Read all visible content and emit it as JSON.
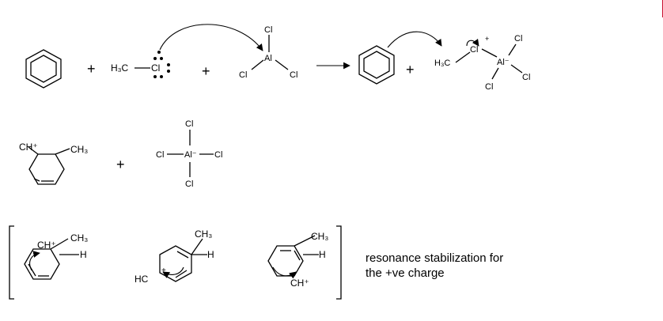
{
  "atoms": {
    "h3c": "H₃C",
    "cl": "Cl",
    "al": "Al",
    "al_minus": "Al⁻",
    "ch_plus": "CH⁺",
    "ch3": "CH₃",
    "h": "H",
    "hc": "HC",
    "plus_charge": "+"
  },
  "operators": {
    "plus": "+"
  },
  "caption": {
    "line1": "resonance stabilization for",
    "line2": "the +ve charge"
  },
  "colors": {
    "ink": "#000000",
    "edge_mark": "#c8102e"
  }
}
